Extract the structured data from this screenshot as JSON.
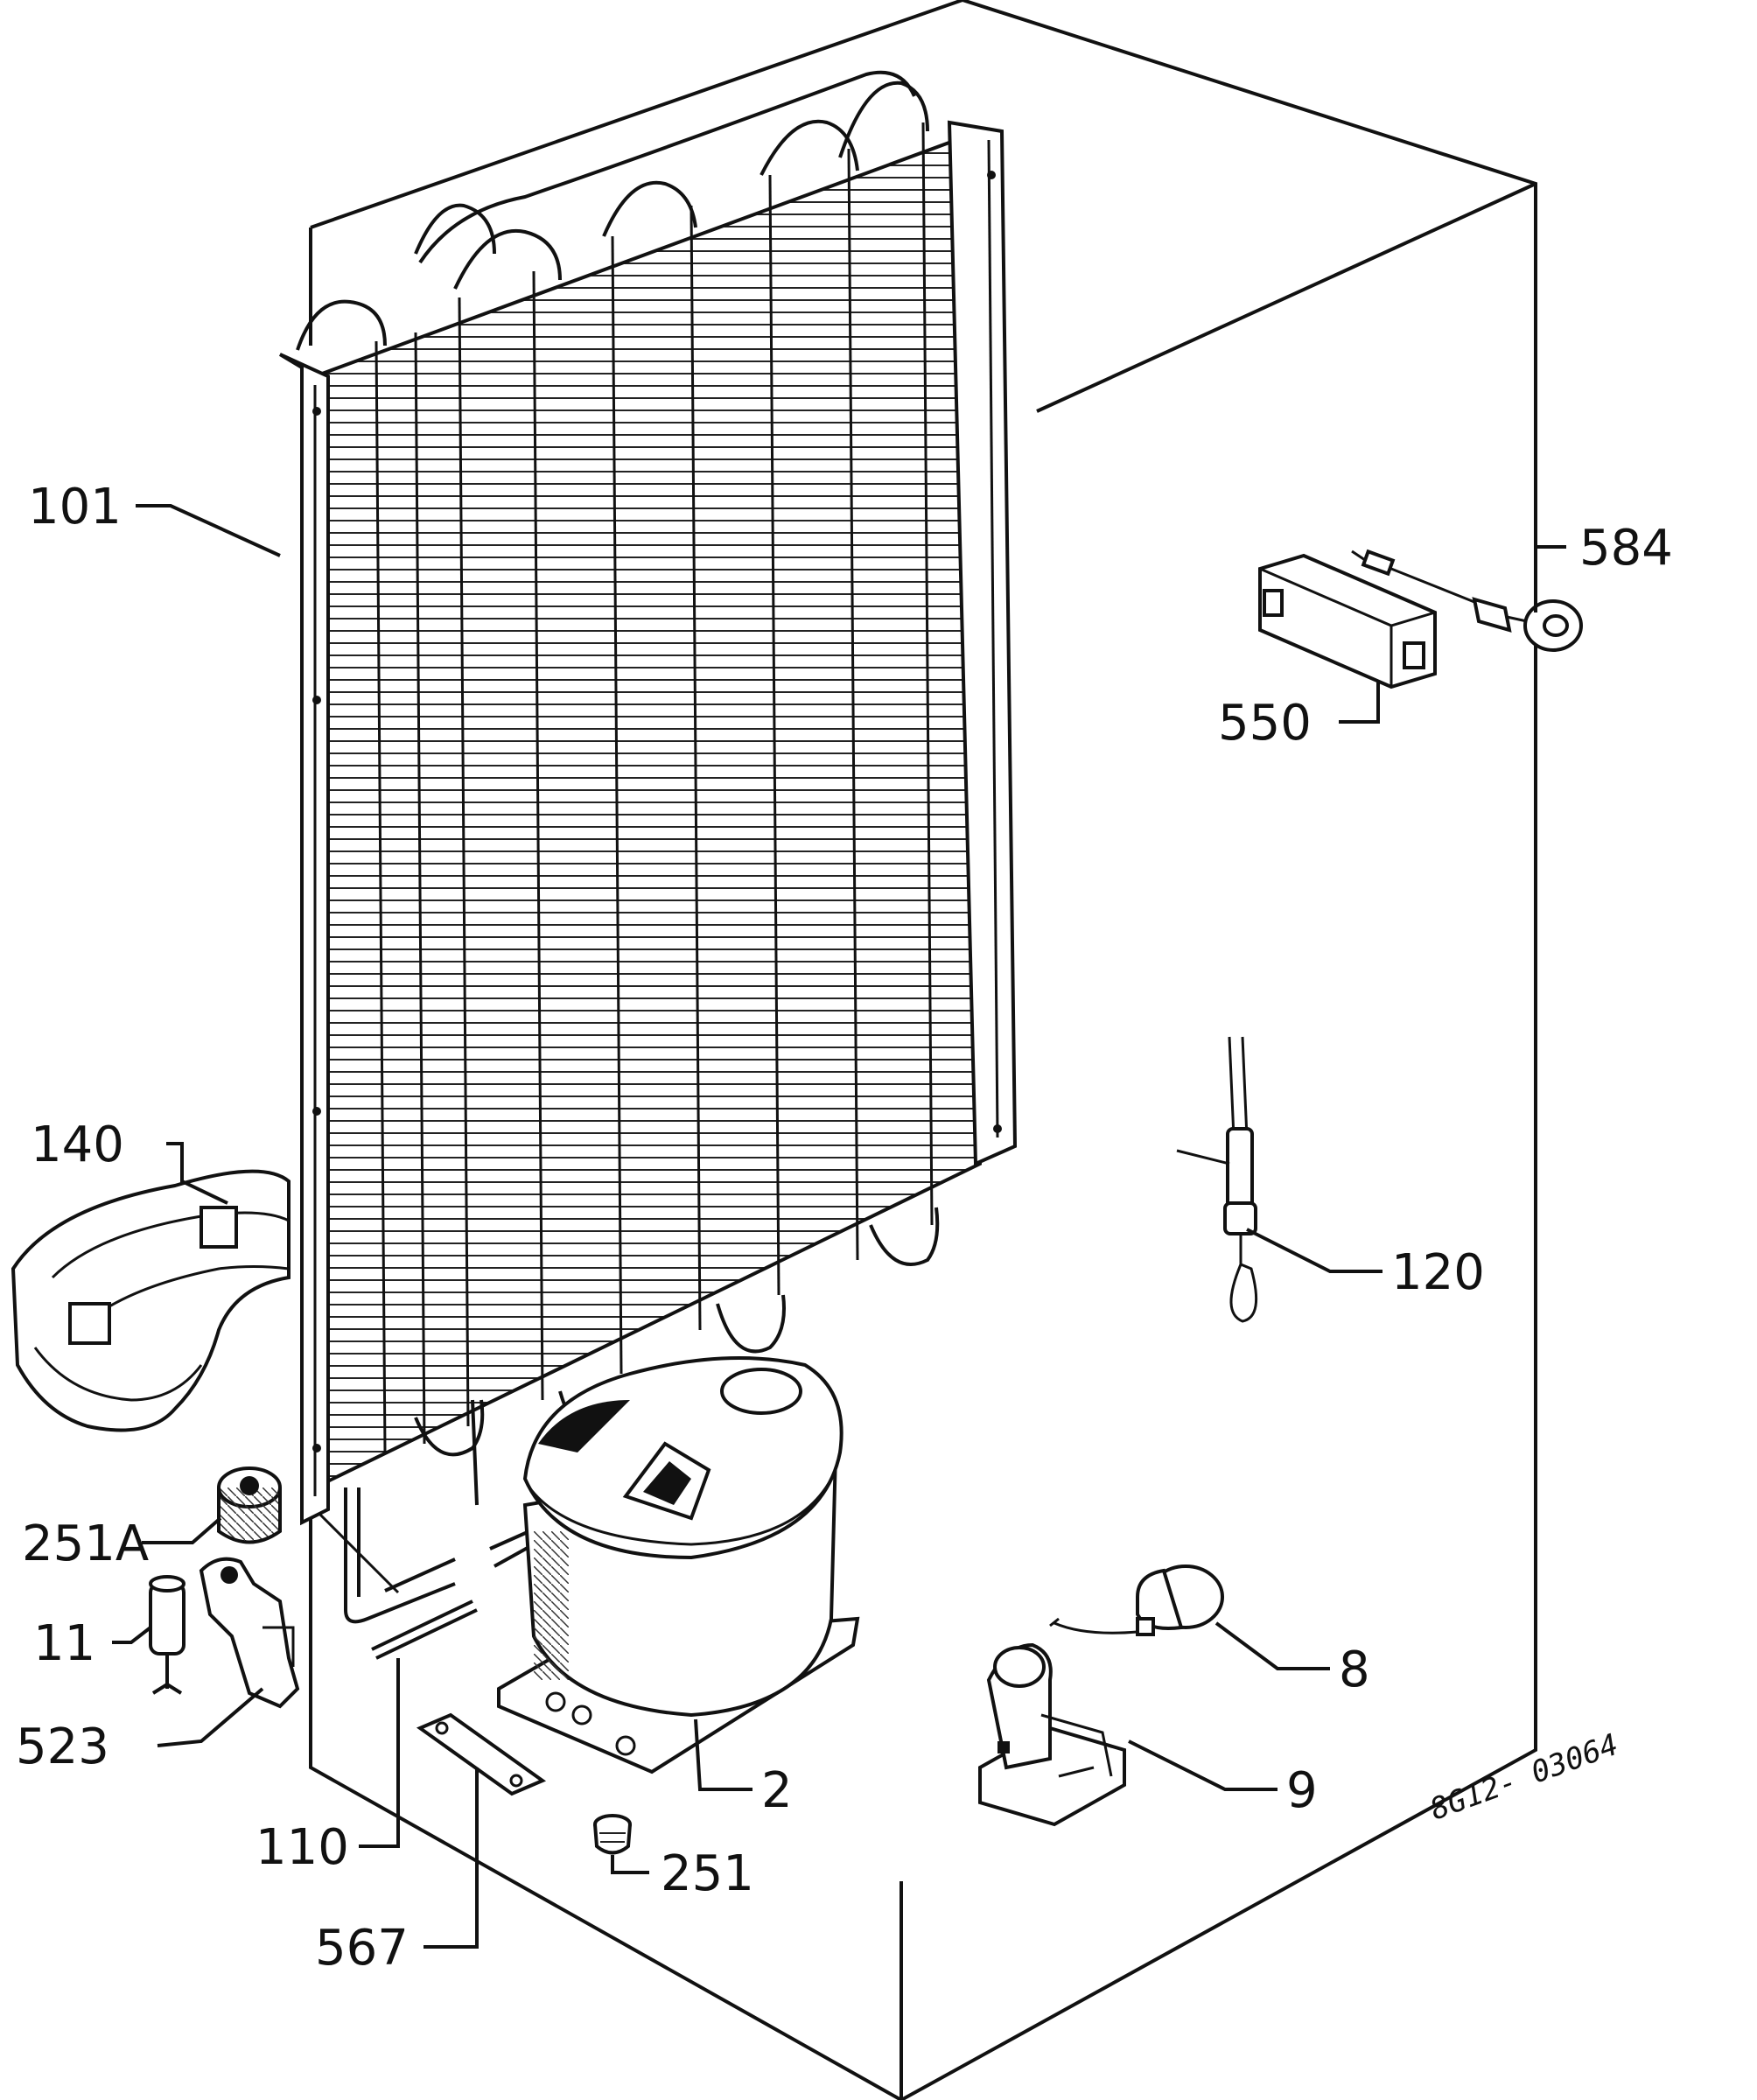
{
  "drawing_code": "8G12- 03064",
  "colors": {
    "line": "#111111",
    "background": "#ffffff"
  },
  "callouts": [
    {
      "id": "101",
      "part": "condenser"
    },
    {
      "id": "584",
      "part": "sensor-probe"
    },
    {
      "id": "550",
      "part": "probe-holder"
    },
    {
      "id": "140",
      "part": "drip-tray"
    },
    {
      "id": "120",
      "part": "thermostat-capillary"
    },
    {
      "id": "251A",
      "part": "rubber-grommet"
    },
    {
      "id": "11",
      "part": "relay-capacitor"
    },
    {
      "id": "523",
      "part": "clamp-bracket"
    },
    {
      "id": "110",
      "part": "pipe-section"
    },
    {
      "id": "2",
      "part": "compressor"
    },
    {
      "id": "567",
      "part": "mounting-plate"
    },
    {
      "id": "251",
      "part": "grommet"
    },
    {
      "id": "8",
      "part": "overload-protector"
    },
    {
      "id": "9",
      "part": "start-relay"
    }
  ]
}
